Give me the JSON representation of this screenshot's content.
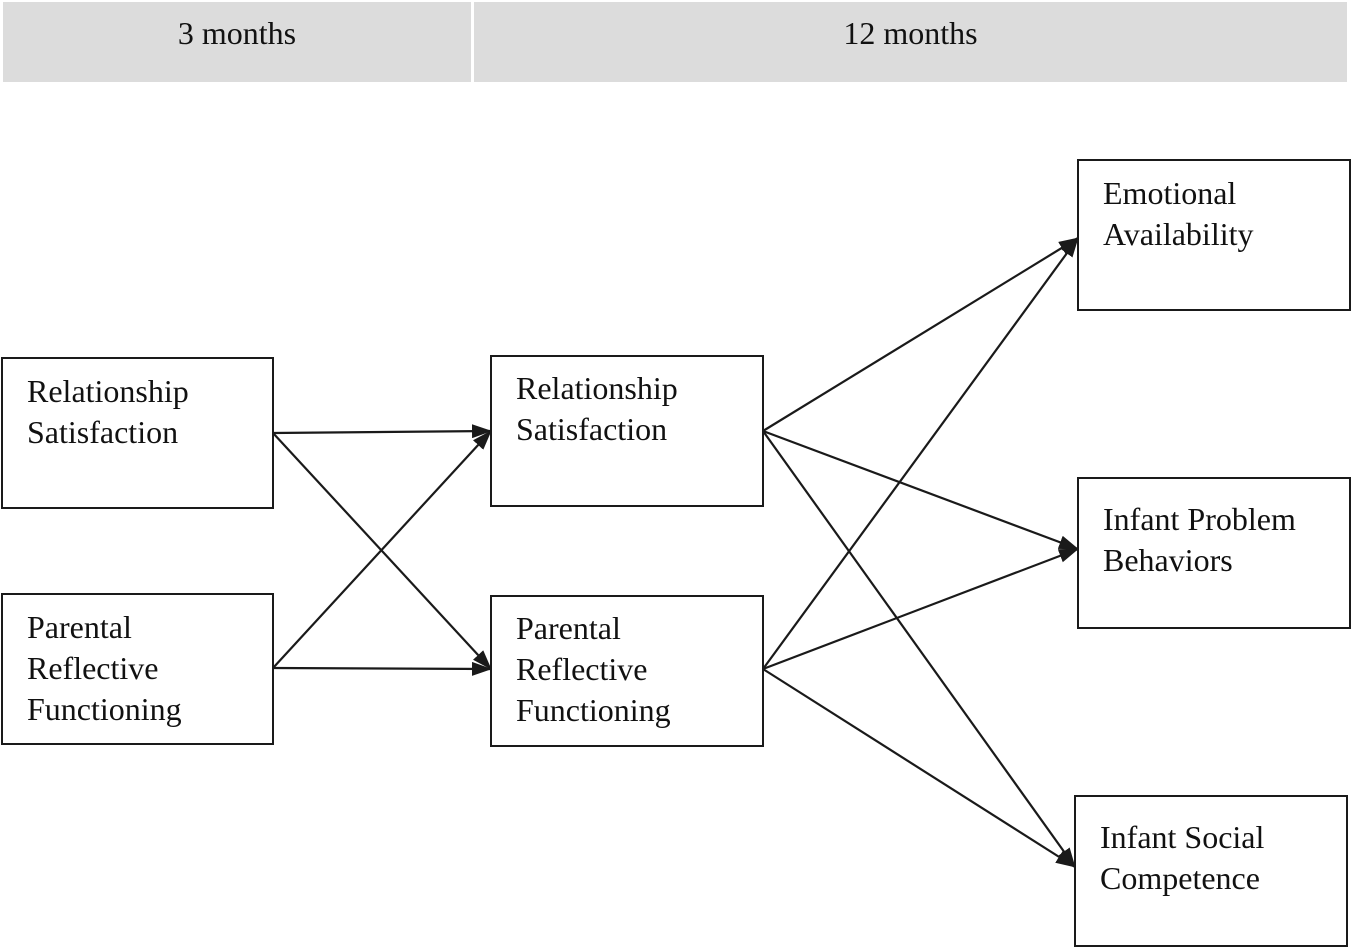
{
  "header": {
    "col1_label": "3 months",
    "col2_label": "12 months"
  },
  "nodes": {
    "rs3": {
      "lines": [
        "Relationship",
        "Satisfaction"
      ]
    },
    "prf3": {
      "lines": [
        "Parental",
        "Reflective",
        "Functioning"
      ]
    },
    "rs12": {
      "lines": [
        "Relationship",
        "Satisfaction"
      ]
    },
    "prf12": {
      "lines": [
        "Parental",
        "Reflective",
        "Functioning"
      ]
    },
    "ea": {
      "lines": [
        "Emotional",
        "Availability"
      ]
    },
    "ipb": {
      "lines": [
        "Infant Problem",
        "Behaviors"
      ]
    },
    "isc": {
      "lines": [
        "Infant Social",
        "Competence"
      ]
    }
  },
  "edges": [
    {
      "from": "rs3",
      "to": "rs12"
    },
    {
      "from": "rs3",
      "to": "prf12"
    },
    {
      "from": "prf3",
      "to": "rs12"
    },
    {
      "from": "prf3",
      "to": "prf12"
    },
    {
      "from": "rs12",
      "to": "ea"
    },
    {
      "from": "rs12",
      "to": "ipb"
    },
    {
      "from": "rs12",
      "to": "isc"
    },
    {
      "from": "prf12",
      "to": "ea"
    },
    {
      "from": "prf12",
      "to": "ipb"
    },
    {
      "from": "prf12",
      "to": "isc"
    }
  ],
  "colors": {
    "header_fill": "#dcdcdc",
    "stroke": "#1a1a1a"
  }
}
